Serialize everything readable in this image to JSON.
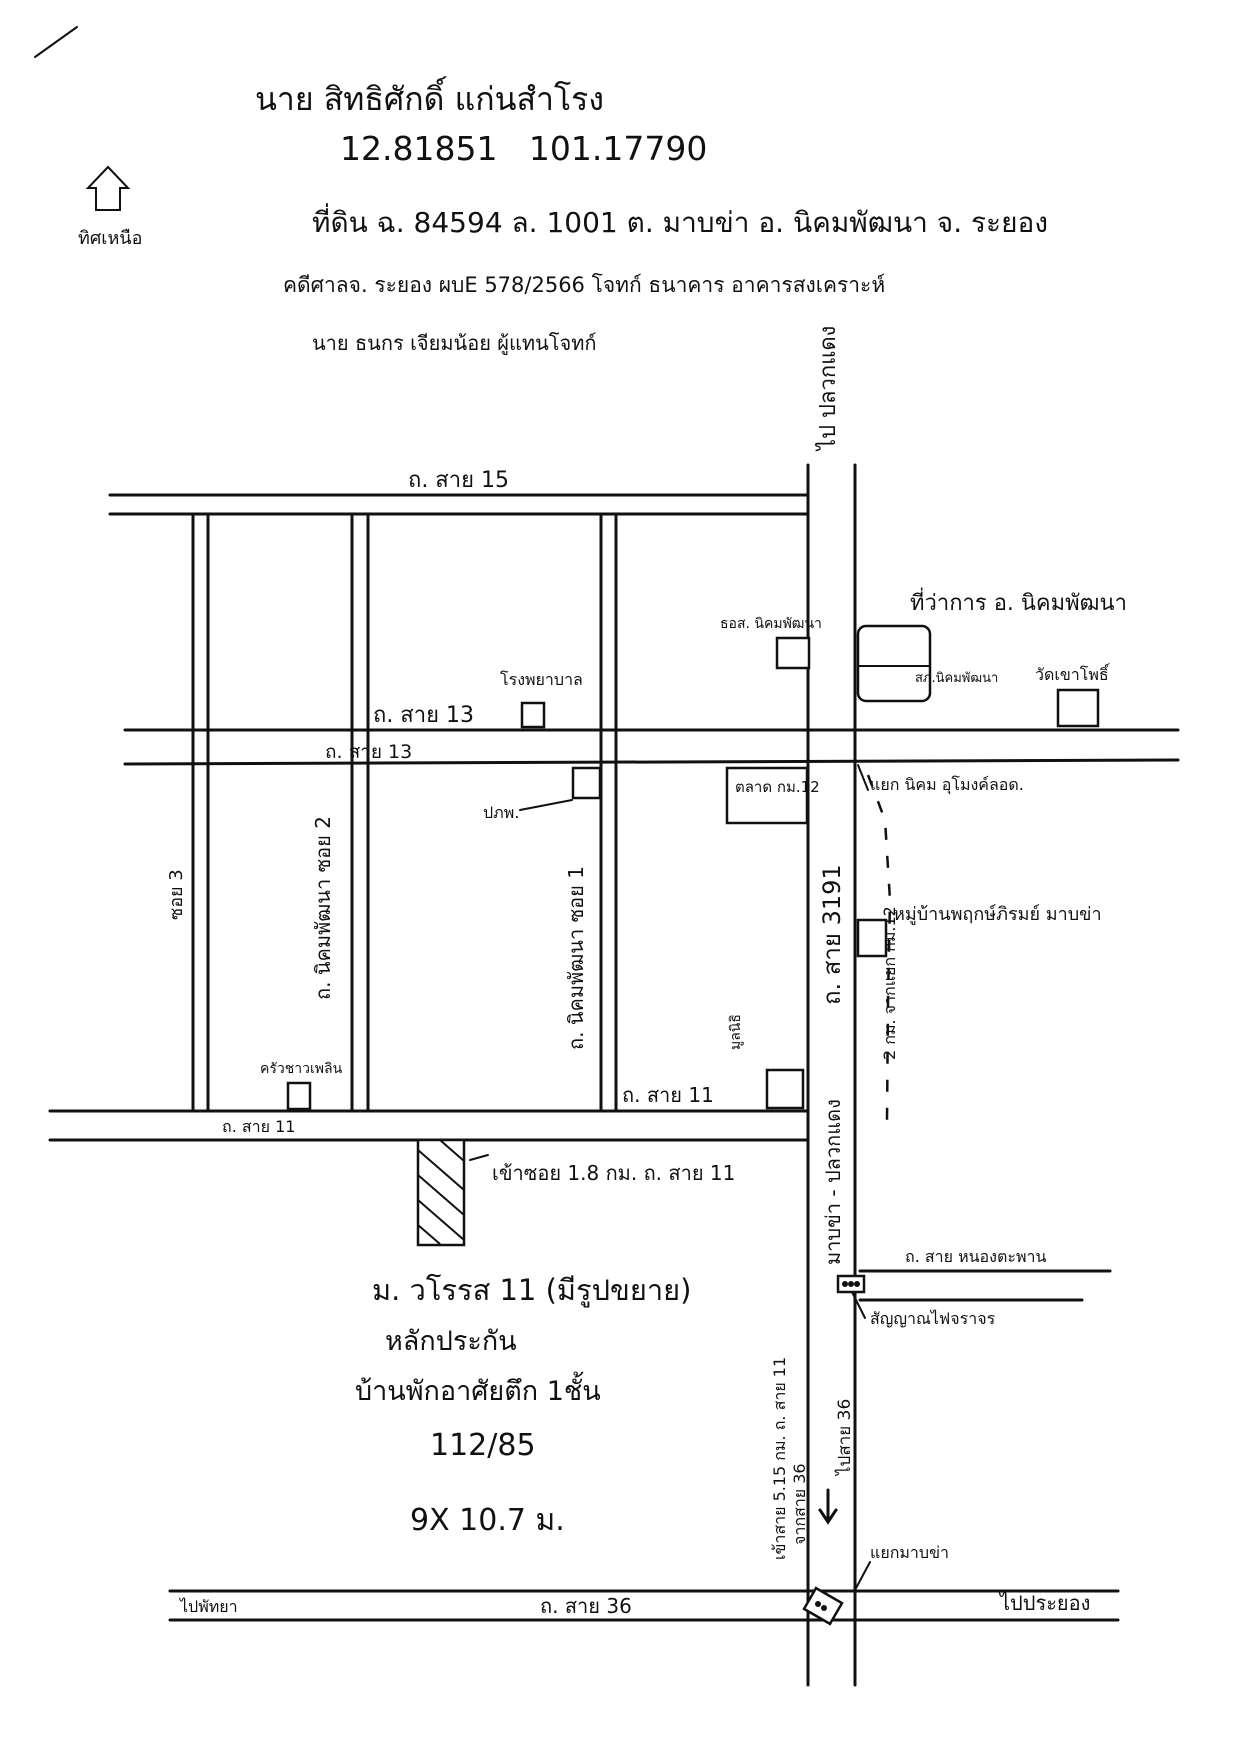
{
  "header": {
    "owner_name": "นาย สิทธิศักดิ์ แก่นสำโรง",
    "coordinates": "12.81851   101.17790",
    "land_title": "ที่ดิน ฉ. 84594  ล. 1001  ต. มาบข่า อ. นิคมพัฒนา จ. ระยอง",
    "court_case": "คดีศาลจ. ระยอง ผบE 578/2566 โจทก์ ธนาคาร อาคารสงเคราะห์",
    "attorney": "นาย ธนกร เจียมน้อย ผู้แทนโจทก์",
    "north_label": "ทิศเหนือ"
  },
  "roads": {
    "sai15": "ถ. สาย 15",
    "sai13_a": "ถ. สาย 13",
    "sai13_b": "ถ. สาย 13",
    "sai11_a": "ถ. สาย 11",
    "sai11_b": "ถ. สาย 11",
    "sai36": "ถ. สาย 36",
    "soi3": "ซอย 3",
    "nikom_soi2": "ถ. นิคมพัฒนา ซอย 2",
    "nikom_soi1": "ถ. นิคมพัฒนา ซอย 1",
    "road3191": "ถ. สาย 3191",
    "mapkha_pluak": "มาบข่า - ปลวกแดง",
    "nong_taphan": "ถ. สาย หนองตะพาน"
  },
  "directions": {
    "to_pluakdaeng": "ไป ปลวกแดง",
    "to_pattaya": "ไปพัทยา",
    "to_rayong": "ไปประยอง",
    "to_sai36": "ไปสาย 36"
  },
  "landmarks": {
    "district_office": "ที่ว่าการ อ. นิคมพัฒนา",
    "police": "สภ.นิคมพัฒนา",
    "temple": "วัดเขาโพธิ์",
    "bank": "ธอส. นิคมพัฒนา",
    "hospital": "โรงพยาบาล",
    "market": "ตลาด กม.12",
    "pea": "ปภพ.",
    "restaurant": "ครัวชาวเพลิน",
    "foundation": "มูลนิธิ",
    "junction_nikom": "แยก นิคม อุโมงค์ลอด.",
    "village": "หมู่บ้านพฤกษ์ภิรมย์ มาบข่า",
    "traffic_light": "สัญญาณไฟจราจร",
    "junction_mapkha": "แยกมาบข่า"
  },
  "distances": {
    "from_km12": "2 กม. จากแยก กม.12",
    "into_soi": "เข้าซอย 1.8 กม. ถ. สาย 11",
    "into_sai11": "เข้าสาย 5.15 กม. ถ. สาย 11",
    "from_sai36": "จากสาย 36"
  },
  "property": {
    "village": "ม. วโรรส 11 (มีรูปขยาย)",
    "collateral": "หลักประกัน",
    "building": "บ้านพักอาศัยตึก 1ชั้น",
    "house_no": "112/85",
    "size": "9X 10.7 ม."
  }
}
